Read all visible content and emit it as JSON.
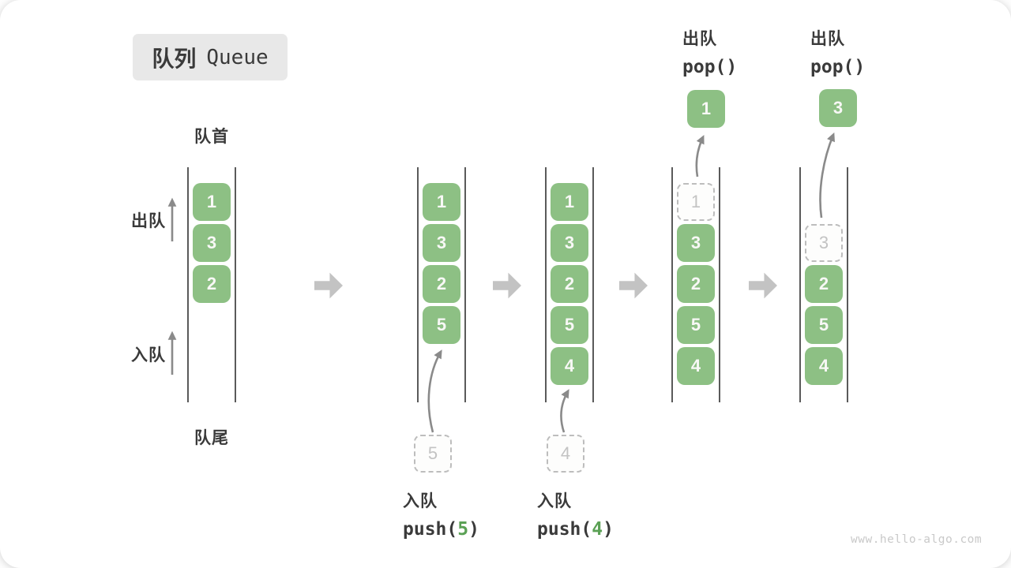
{
  "title": {
    "zh": "队列",
    "en": "Queue"
  },
  "labels": {
    "front": "队首",
    "rear": "队尾",
    "dequeue": "出队",
    "enqueue": "入队"
  },
  "colors": {
    "green": "#8dc084",
    "green_dark": "#5ba155",
    "line": "#5a5a5a",
    "arrow": "#8a8a8a",
    "block_arrow": "#c3c3c3",
    "dashed_border": "#bdbdbd",
    "dashed_text": "#c3c3c3",
    "text": "#3a3a3a",
    "light_text": "#c9c9c9",
    "title_bg": "#e8e8e8",
    "canvas_bg": "#ffffff"
  },
  "states": [
    {
      "name": "state-1",
      "cells": [
        {
          "row": 0,
          "value": "1",
          "style": "solid"
        },
        {
          "row": 1,
          "value": "3",
          "style": "solid"
        },
        {
          "row": 2,
          "value": "2",
          "style": "solid"
        }
      ]
    },
    {
      "name": "state-2",
      "cells": [
        {
          "row": 0,
          "value": "1",
          "style": "solid"
        },
        {
          "row": 1,
          "value": "3",
          "style": "solid"
        },
        {
          "row": 2,
          "value": "2",
          "style": "solid"
        },
        {
          "row": 3,
          "value": "5",
          "style": "solid"
        }
      ],
      "incoming": {
        "value": "5"
      },
      "op": {
        "label": "入队",
        "code_prefix": "push(",
        "code_arg": "5",
        "code_suffix": ")"
      }
    },
    {
      "name": "state-3",
      "cells": [
        {
          "row": 0,
          "value": "1",
          "style": "solid"
        },
        {
          "row": 1,
          "value": "3",
          "style": "solid"
        },
        {
          "row": 2,
          "value": "2",
          "style": "solid"
        },
        {
          "row": 3,
          "value": "5",
          "style": "solid"
        },
        {
          "row": 4,
          "value": "4",
          "style": "solid"
        }
      ],
      "incoming": {
        "value": "4"
      },
      "op": {
        "label": "入队",
        "code_prefix": "push(",
        "code_arg": "4",
        "code_suffix": ")"
      }
    },
    {
      "name": "state-4",
      "cells": [
        {
          "row": 0,
          "value": "1",
          "style": "dashed"
        },
        {
          "row": 1,
          "value": "3",
          "style": "solid"
        },
        {
          "row": 2,
          "value": "2",
          "style": "solid"
        },
        {
          "row": 3,
          "value": "5",
          "style": "solid"
        },
        {
          "row": 4,
          "value": "4",
          "style": "solid"
        }
      ],
      "popped": {
        "value": "1"
      },
      "op": {
        "label": "出队",
        "code": "pop()"
      }
    },
    {
      "name": "state-5",
      "cells": [
        {
          "row": 1,
          "value": "3",
          "style": "dashed"
        },
        {
          "row": 2,
          "value": "2",
          "style": "solid"
        },
        {
          "row": 3,
          "value": "5",
          "style": "solid"
        },
        {
          "row": 4,
          "value": "4",
          "style": "solid"
        }
      ],
      "popped": {
        "value": "3"
      },
      "op": {
        "label": "出队",
        "code": "pop()"
      }
    }
  ],
  "watermark": "www.hello-algo.com"
}
